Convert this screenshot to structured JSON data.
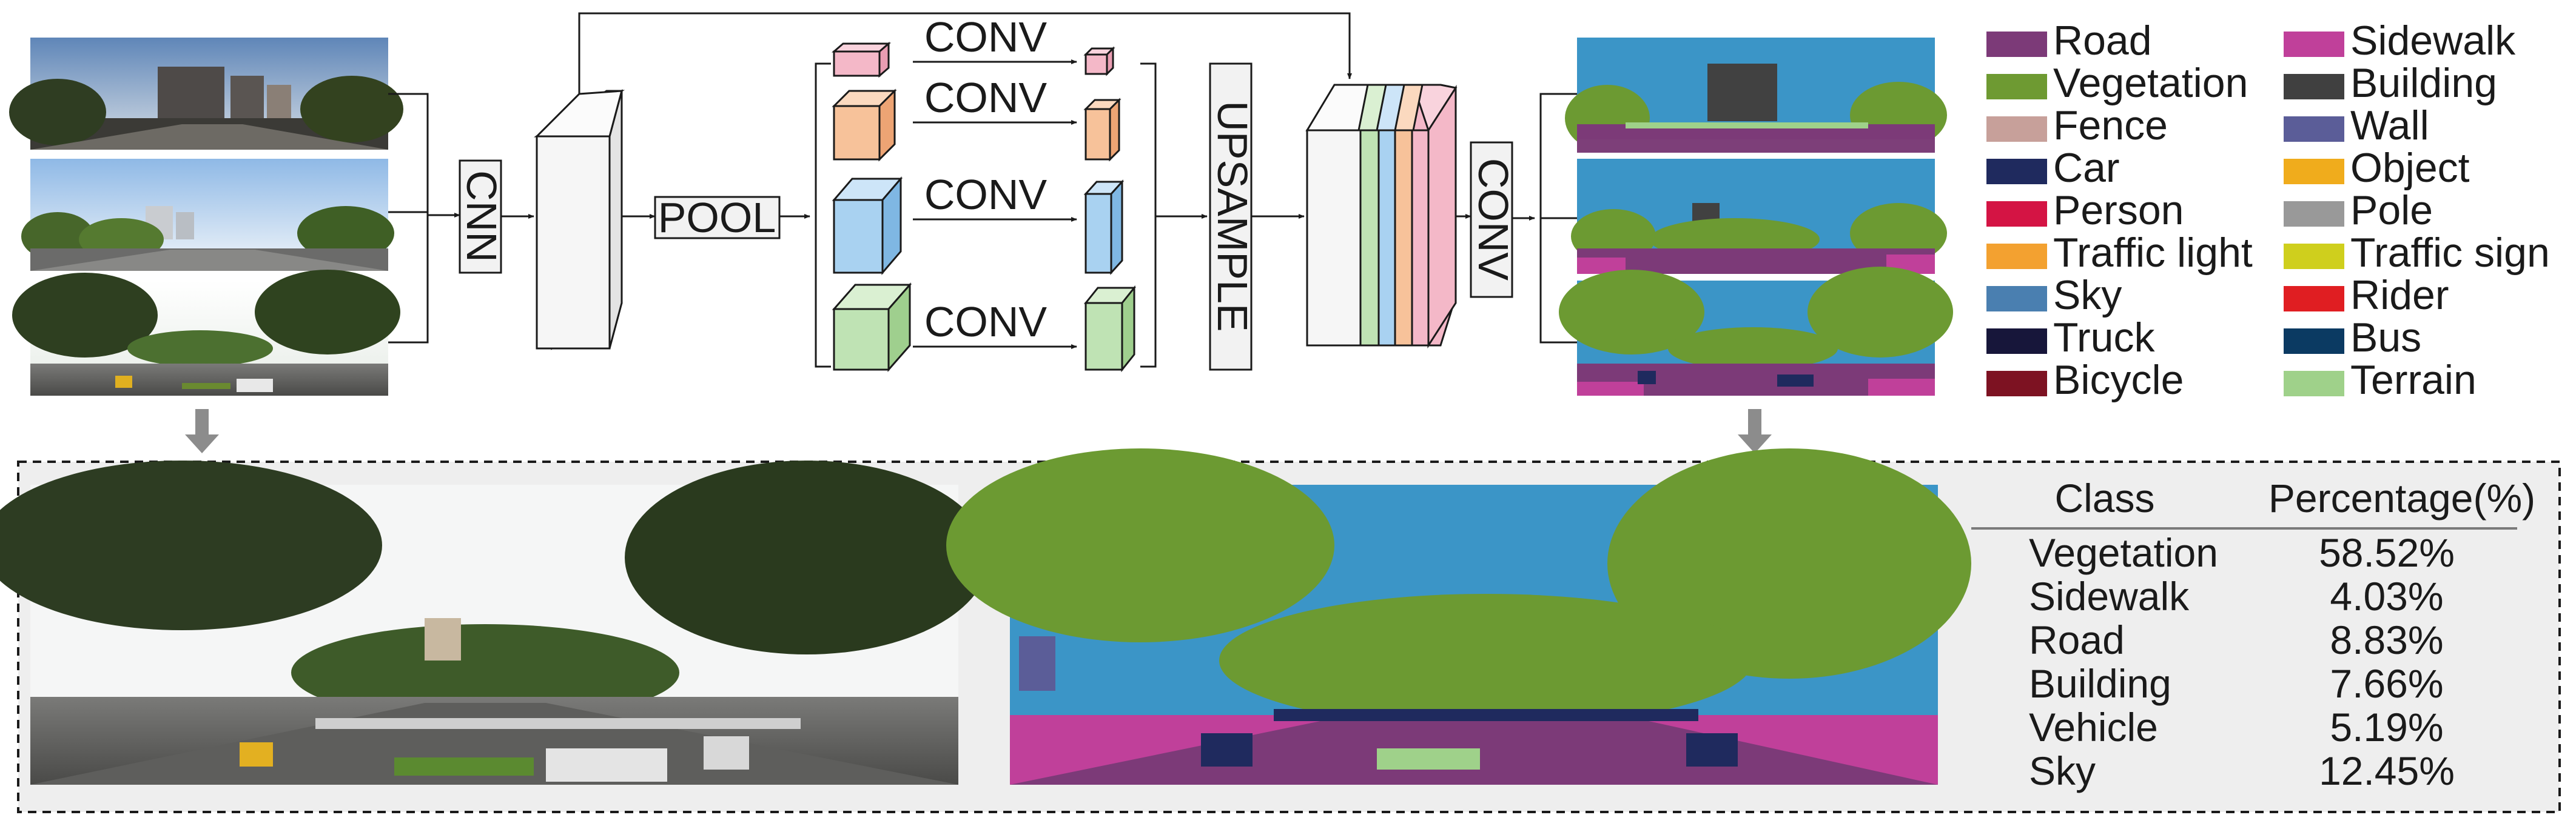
{
  "pipeline": {
    "cnn_label": "CNN",
    "pool_label": "POOL",
    "conv_labels": [
      "CONV",
      "CONV",
      "CONV",
      "CONV"
    ],
    "upsample_label": "UPSAMPLE",
    "final_conv_label": "CONV"
  },
  "block_colors": {
    "pink": "#f4b8c8",
    "orange": "#f7c29a",
    "blue": "#a9d2f1",
    "green": "#bfe3b4",
    "gray": "#f2f2f2"
  },
  "legend": {
    "items": [
      {
        "label": "Road",
        "color": "#7c3a78"
      },
      {
        "label": "Sidewalk",
        "color": "#c0409a"
      },
      {
        "label": "Vegetation",
        "color": "#6e9a32"
      },
      {
        "label": "Building",
        "color": "#404040"
      },
      {
        "label": "Fence",
        "color": "#c7a09a"
      },
      {
        "label": "Wall",
        "color": "#5b5d98"
      },
      {
        "label": "Car",
        "color": "#1f2a5e"
      },
      {
        "label": "Object",
        "color": "#f0ac1c"
      },
      {
        "label": "Person",
        "color": "#d41444"
      },
      {
        "label": "Pole",
        "color": "#999999"
      },
      {
        "label": "Traffic light",
        "color": "#f3a130"
      },
      {
        "label": "Traffic sign",
        "color": "#cfcf1d"
      },
      {
        "label": "Sky",
        "color": "#4a7fb0"
      },
      {
        "label": "Rider",
        "color": "#e01e22"
      },
      {
        "label": "Truck",
        "color": "#17163a"
      },
      {
        "label": "Bus",
        "color": "#0b3a62"
      },
      {
        "label": "Bicycle",
        "color": "#7d1222"
      },
      {
        "label": "Terrain",
        "color": "#9fd18a"
      }
    ]
  },
  "table": {
    "headers": [
      "Class",
      "Percentage(%)"
    ],
    "rows": [
      {
        "class": "Vegetation",
        "percentage": "58.52%"
      },
      {
        "class": "Sidewalk",
        "percentage": "4.03%"
      },
      {
        "class": "Road",
        "percentage": "8.83%"
      },
      {
        "class": "Building",
        "percentage": "7.66%"
      },
      {
        "class": "Vehicle",
        "percentage": "5.19%"
      },
      {
        "class": "Sky",
        "percentage": "12.45%"
      }
    ]
  }
}
